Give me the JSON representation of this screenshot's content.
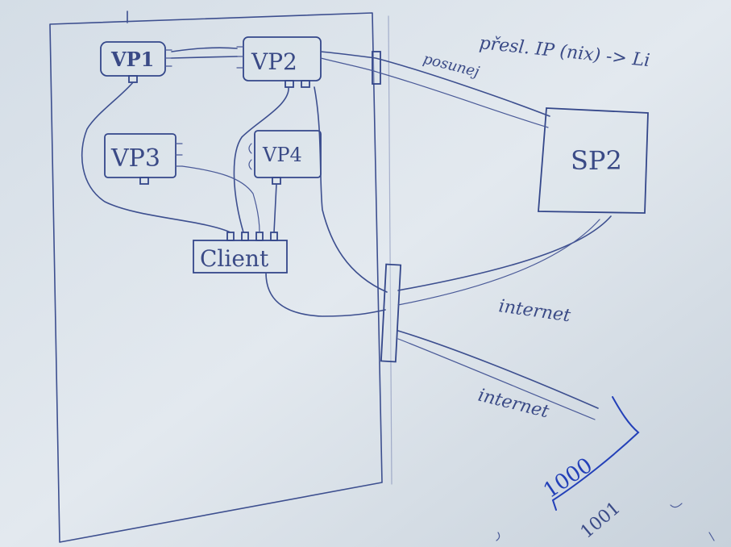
{
  "diagram": {
    "nodes": {
      "vp1": "VP1",
      "vp2": "VP2",
      "vp3": "VP3",
      "vp4": "VP4",
      "client": "Client",
      "sp2": "SP2"
    },
    "annotations": {
      "top_note": "přesl. IP (nix) -> Li",
      "posunej": "posunej",
      "internet_1": "internet",
      "internet_2": "internet",
      "number_1000": "1000",
      "number_1001": "1001"
    }
  },
  "colors": {
    "paper": "#dfe6ee",
    "pencil": "#3d4f8f",
    "blue_pen": "#2340b8"
  }
}
